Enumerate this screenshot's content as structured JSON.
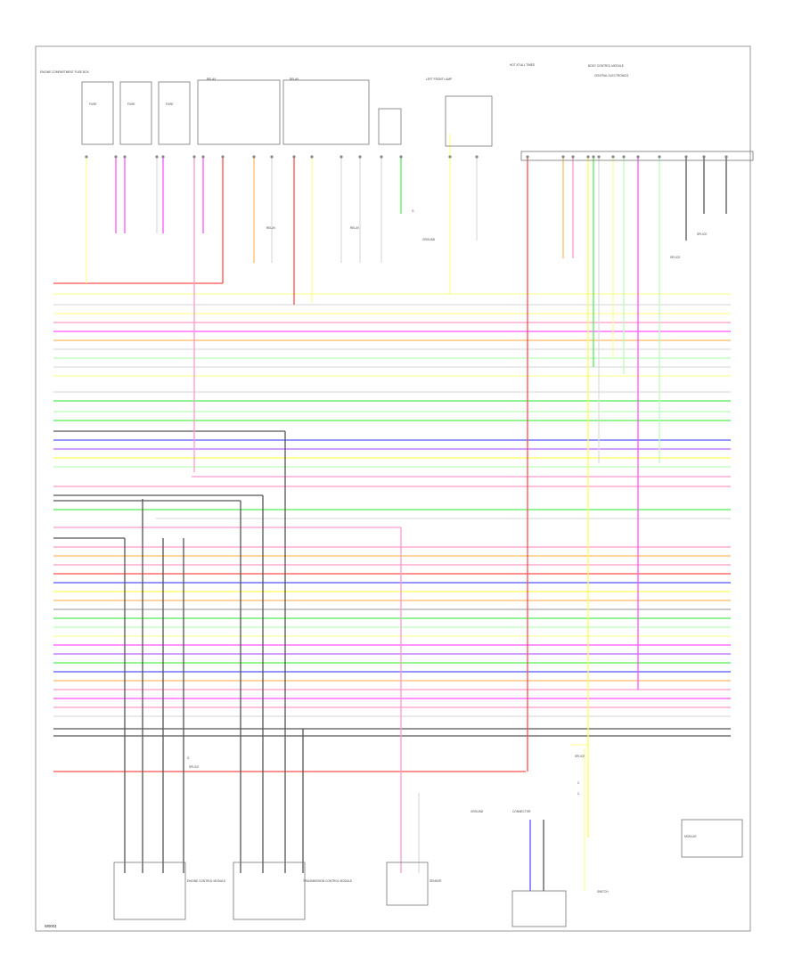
{
  "diagram": {
    "page_code": "W0003",
    "top_labels": [
      {
        "text": "ENGINE COMPARTMENT FUSE BOX"
      },
      {
        "text": "FUSE"
      },
      {
        "text": "FUSE"
      },
      {
        "text": "FUSE"
      },
      {
        "text": "RELAY"
      },
      {
        "text": "RELAY"
      },
      {
        "text": "LEFT FRONT LAMP"
      },
      {
        "text": "HOT AT ALL TIMES"
      },
      {
        "text": "BODY CONTROL MODULE"
      },
      {
        "text": "CENTRAL ELECTRONICS"
      }
    ],
    "mid_labels": [
      {
        "text": "RELAY"
      },
      {
        "text": "RELAY"
      },
      {
        "text": "G"
      },
      {
        "text": "GROUND"
      },
      {
        "text": "SPLICE"
      },
      {
        "text": "SPLICE"
      }
    ],
    "bottom_labels": [
      {
        "text": "G"
      },
      {
        "text": "SPLICE"
      },
      {
        "text": "SPLICE"
      },
      {
        "text": "C"
      },
      {
        "text": "C"
      },
      {
        "text": "ENGINE CONTROL MODULE"
      },
      {
        "text": "TRANSMISSION CONTROL MODULE"
      },
      {
        "text": "SENSOR"
      },
      {
        "text": "GROUND"
      },
      {
        "text": "CONNECTOR"
      },
      {
        "text": "SWITCH"
      },
      {
        "text": "MODULE"
      }
    ]
  }
}
